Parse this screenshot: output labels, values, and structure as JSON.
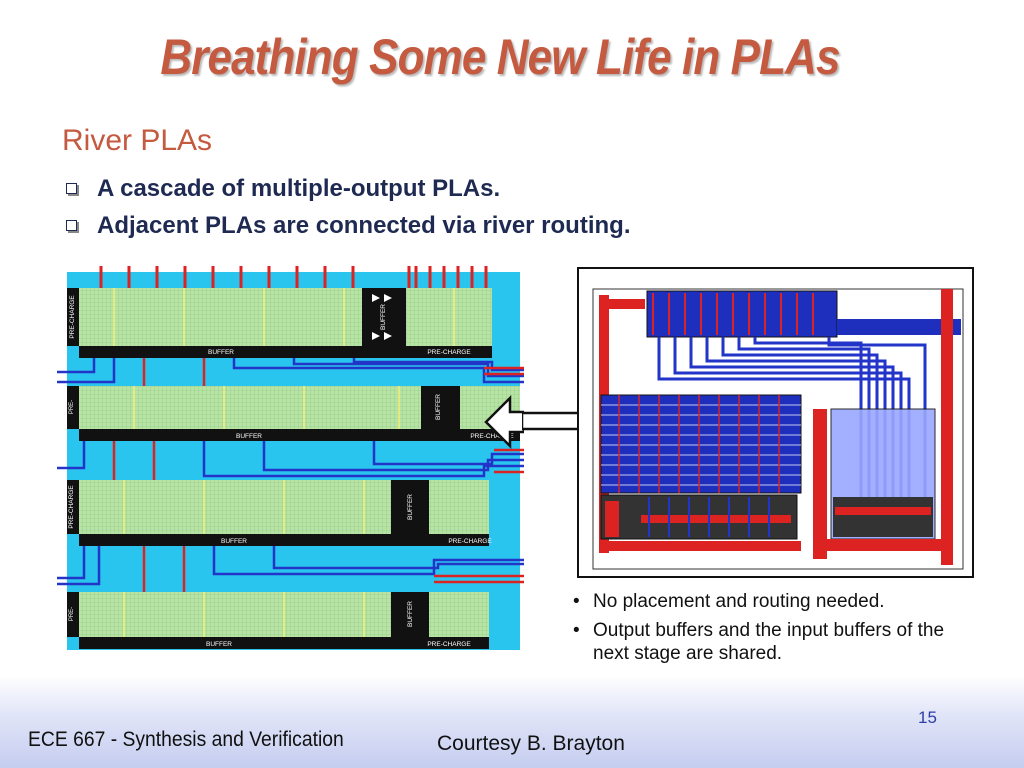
{
  "slide": {
    "title": "Breathing Some New Life in PLAs",
    "subtitle": "River PLAs",
    "bullets": [
      "A cascade of multiple-output PLAs.",
      "Adjacent PLAs are connected via river routing."
    ],
    "figure_labels": {
      "pre_charge": "PRE-CHARGE",
      "pre_charge_split": "PRE-\nCHARGE",
      "buffer": "BUFFER"
    },
    "notes": [
      "No placement and routing needed.",
      "Output buffers and the input buffers of the next stage are shared."
    ],
    "footer": {
      "course": "ECE 667 - Synthesis and Verification",
      "credit": "Courtesy B. Brayton",
      "page_number": "15"
    }
  },
  "colors": {
    "title": "#c45a3f",
    "text": "#1e2a52",
    "plane_green": "#b7e3a4",
    "background_cyan": "#29c5ee",
    "wire_blue": "#2235c8",
    "wire_red": "#dd2222"
  },
  "icons": [
    "checkbox-bullet-icon",
    "arrow-left-icon",
    "bullet-dot-icon"
  ]
}
